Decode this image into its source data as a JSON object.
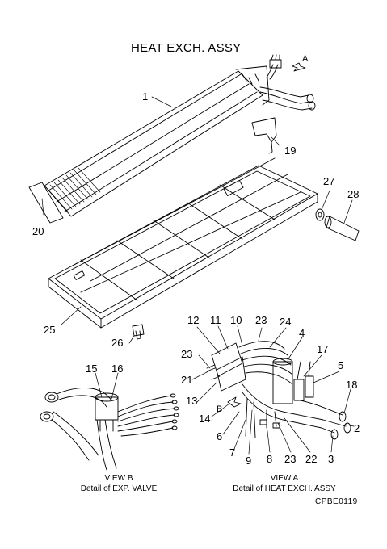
{
  "title": "HEAT EXCH. ASSY",
  "code": "CPBE0119",
  "view_a": {
    "arrow_label": "A",
    "caption_line1": "VIEW A",
    "caption_line2": "Detail of HEAT EXCH. ASSY"
  },
  "view_b": {
    "arrow_label": "B",
    "caption_line1": "VIEW B",
    "caption_line2": "Detail of EXP. VALVE"
  },
  "callouts": [
    "1",
    "19",
    "20",
    "25",
    "26",
    "27",
    "28",
    "12",
    "11",
    "10",
    "23",
    "24",
    "4",
    "17",
    "5",
    "18",
    "2",
    "3",
    "22",
    "23",
    "8",
    "9",
    "7",
    "6",
    "14",
    "13",
    "21",
    "23",
    "15",
    "16"
  ]
}
